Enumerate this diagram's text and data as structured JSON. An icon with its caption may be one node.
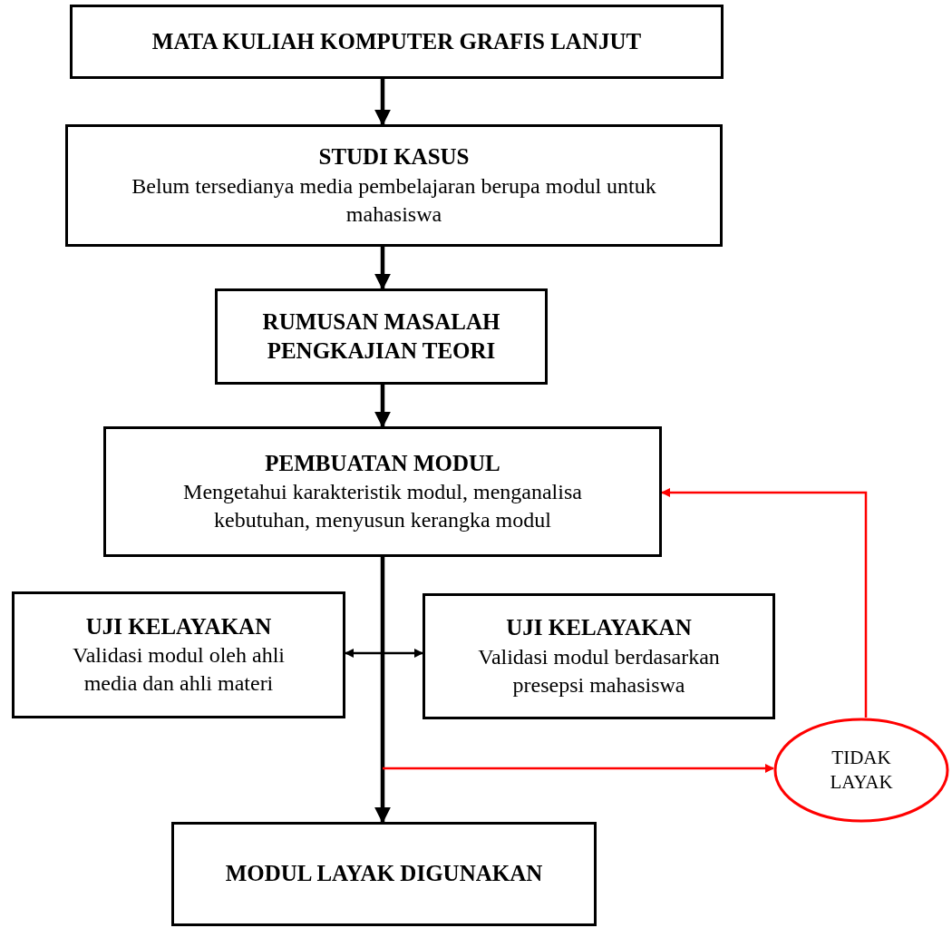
{
  "diagram": {
    "nodes": [
      {
        "text": [
          "MATA KULIAH KOMPUTER GRAFIS LANJUT"
        ]
      },
      {
        "text": [
          "STUDI KASUS",
          "Belum tersedianya media pembelajaran berupa modul untuk mahasiswa"
        ]
      },
      {
        "text": [
          "RUMUSAN MASALAH PENGKAJIAN TEORI"
        ]
      },
      {
        "text": [
          "PEMBUATAN MODUL",
          "Mengetahui karakteristik modul, menganalisa kebutuhan, menyusun kerangka modul"
        ]
      },
      {
        "text": [
          "UJI KELAYAKAN",
          "Validasi modul oleh ahli media dan ahli materi"
        ]
      },
      {
        "text": [
          "UJI KELAYAKAN",
          "Validasi modul berdasarkan presepsi mahasiswa"
        ]
      },
      {
        "text": [
          "TIDAK LAYAK"
        ]
      },
      {
        "text": [
          "MODUL LAYAK DIGUNAKAN"
        ]
      }
    ],
    "edges": [
      {
        "from": 0,
        "to": 1,
        "arrow": "to"
      },
      {
        "from": 1,
        "to": 2,
        "arrow": "to"
      },
      {
        "from": 2,
        "to": 3,
        "arrow": "to"
      },
      {
        "from": 3,
        "to": 7,
        "arrow": "to"
      },
      {
        "from": 4,
        "to": 5,
        "arrow": "both"
      },
      {
        "from": null,
        "to": 6,
        "arrow": "to",
        "color": "#ff0000"
      },
      {
        "from": 6,
        "to": 3,
        "arrow": "to",
        "color": "#ff0000"
      }
    ]
  }
}
